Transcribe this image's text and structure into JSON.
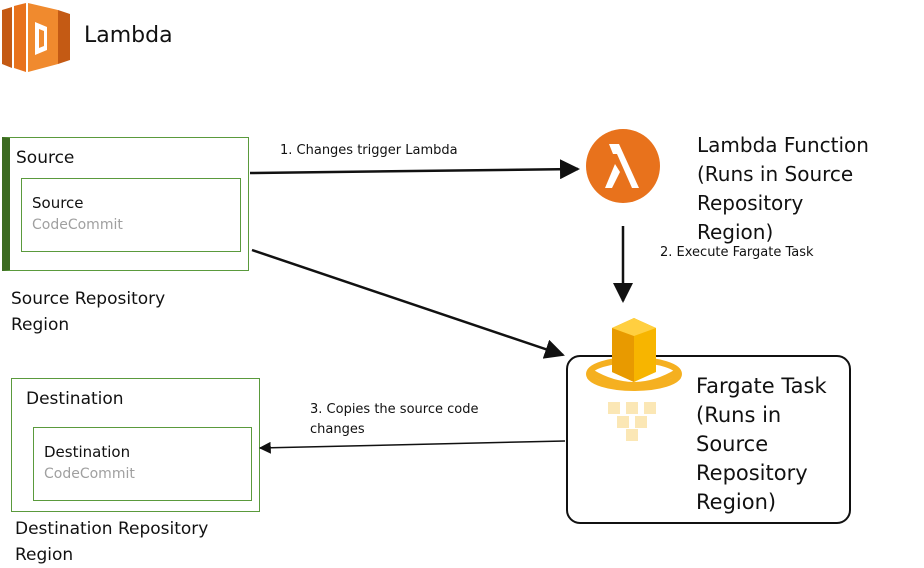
{
  "header": {
    "title": "Lambda",
    "logo_icon": "aws-lambda-logo-icon",
    "brand_color": "#e8721c"
  },
  "source_stage": {
    "label": "Source",
    "action_title": "Source",
    "action_provider": "CodeCommit"
  },
  "destination_stage": {
    "label": "Destination",
    "action_title": "Destination",
    "action_provider": "CodeCommit"
  },
  "regions": {
    "source_line1": "Source Repository",
    "source_line2": "Region",
    "destination_line1": "Destination Repository",
    "destination_line2": "Region"
  },
  "lambda_function": {
    "icon": "lambda-icon",
    "line1": "Lambda Function",
    "line2": "(Runs in Source Repository",
    "line3": "Region)"
  },
  "fargate_task": {
    "icon": "fargate-icon",
    "line1": "Fargate Task",
    "line2": "(Runs in",
    "line3": "Source",
    "line4": "Repository",
    "line5": "Region)"
  },
  "arrows": {
    "step1": "1. Changes trigger Lambda",
    "step2": "2. Execute Fargate Task",
    "step3_line1": "3. Copies the source code",
    "step3_line2": "changes"
  },
  "colors": {
    "stage_border": "#5a9a3c",
    "stage_accent": "#3d6b22",
    "provider_text": "#a0a0a0",
    "lambda_orange": "#e8721c",
    "fargate_yellow": "#f5a623"
  }
}
